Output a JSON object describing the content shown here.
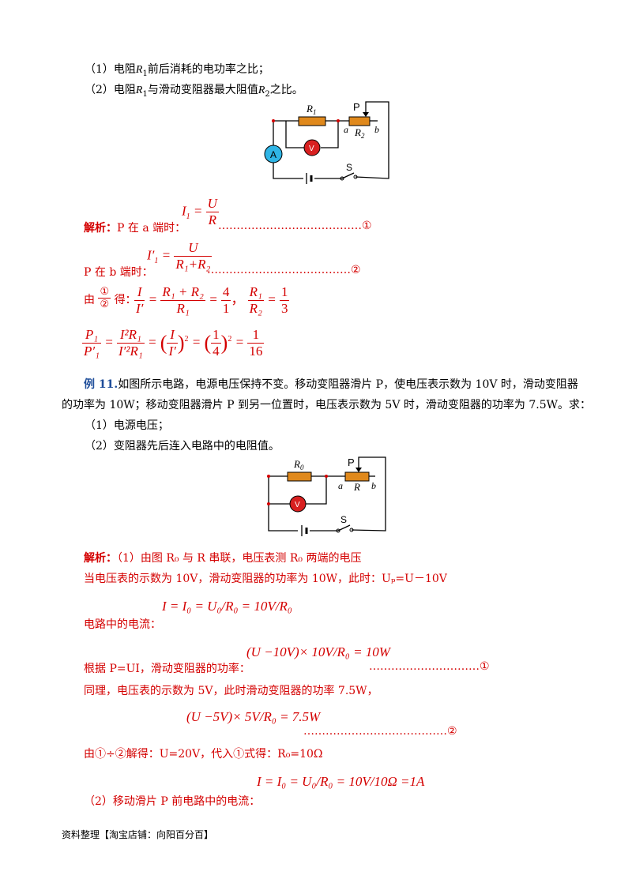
{
  "q_part1": "（1）电阻",
  "q_part1_R": "R",
  "q_part1_sub": "1",
  "q_part1_tail": "前后消耗的电功率之比；",
  "q_part2": "（2）电阻",
  "q_part2_R": "R",
  "q_part2_sub": "1",
  "q_part2_mid": "与滑动变阻器最大阻值",
  "q_part2_R2": "R",
  "q_part2_sub2": "2",
  "q_part2_tail": "之比。",
  "circuit1": {
    "r1_label": "R",
    "r1_sub": "1",
    "p_label": "P",
    "a_label": "a",
    "b_label": "b",
    "r2_label": "R",
    "r2_sub": "2",
    "ammeter": "A",
    "voltmeter": "V",
    "switch": "S"
  },
  "sol1": {
    "label": "解析：",
    "line1": "P 在 a 端时：",
    "eq1_lhs": "I",
    "eq1_num": "U",
    "eq1_den": "R",
    "dots1": "…………………………………",
    "mark1": "①",
    "line2": "P 在 b 端时：",
    "eq2_lhs": "I′",
    "eq2_num": "U",
    "eq2_den": "R₁+R₂",
    "dots2": "…………………………………",
    "mark2": "②",
    "line3_pre": "由",
    "line3_fr_top": "①",
    "line3_fr_bot": "②",
    "line3_post": "得：",
    "eq3_a_num": "I",
    "eq3_a_den": "I′",
    "eq3_b_num": "R₁ + R₂",
    "eq3_b_den": "R₁",
    "eq3_c_num": "4",
    "eq3_c_den": "1",
    "eq3_sep": "，",
    "eq3_d_num": "R₁",
    "eq3_d_den": "R₂",
    "eq3_e_num": "1",
    "eq3_e_den": "3",
    "eq4_a_num": "P₁",
    "eq4_a_den": "P′₁",
    "eq4_b_num": "I²R₁",
    "eq4_b_den": "I′²R₁",
    "eq4_c_num": "I",
    "eq4_c_den": "I′",
    "eq4_d_num": "1",
    "eq4_d_den": "4",
    "eq4_e_num": "1",
    "eq4_e_den": "16"
  },
  "ex11": {
    "label": "例 11.",
    "text1": "如图所示电路，电源电压保持不变。移动变阻器滑片 P，使电压表示数为 10V 时，滑动变阻器",
    "text2": "的功率为 10W；移动变阻器滑片 P 到另一位置时，电压表示数为 5V 时，滑动变阻器的功率为 7.5W。求：",
    "q1": "（1）电源电压；",
    "q2": "（2）变阻器先后连入电路中的电阻值。"
  },
  "circuit2": {
    "r0_label": "R",
    "r0_sub": "0",
    "p_label": "P",
    "a_label": "a",
    "b_label": "b",
    "r_label": "R",
    "voltmeter": "V",
    "switch": "S"
  },
  "sol2": {
    "label": "解析：",
    "l1": "（1）由图 R₀ 与 R 串联，电压表测 R₀ 两端的电压",
    "l2": "当电压表的示数为 10V，滑动变阻器的功率为 10W，此时：Uₚ=U－10V",
    "eqA": "I = I₀ = U₀/R₀ = 10V/R₀",
    "l3": "电路中的电流：",
    "eqB": "(U −10V)× 10V/R₀ = 10W",
    "l4": "根据 P=UI，滑动变阻器的功率：",
    "dots4": "…………………………",
    "mark4": "①",
    "l5": "同理，电压表的示数为 5V，此时滑动变阻器的功率 7.5W，",
    "eqC": "(U −5V)× 5V/R₀ = 7.5W",
    "dots5": "…………………………………",
    "mark5": "②",
    "l6": "由①÷②解得：U=20V，代入①式得：R₀=10Ω",
    "eqD": "I = I₀ = U₀/R₀ = 10V/10Ω =1A",
    "l7": "（2）移动滑片 P 前电路中的电流："
  },
  "footer": "资料整理【淘宝店铺：向阳百分百】"
}
